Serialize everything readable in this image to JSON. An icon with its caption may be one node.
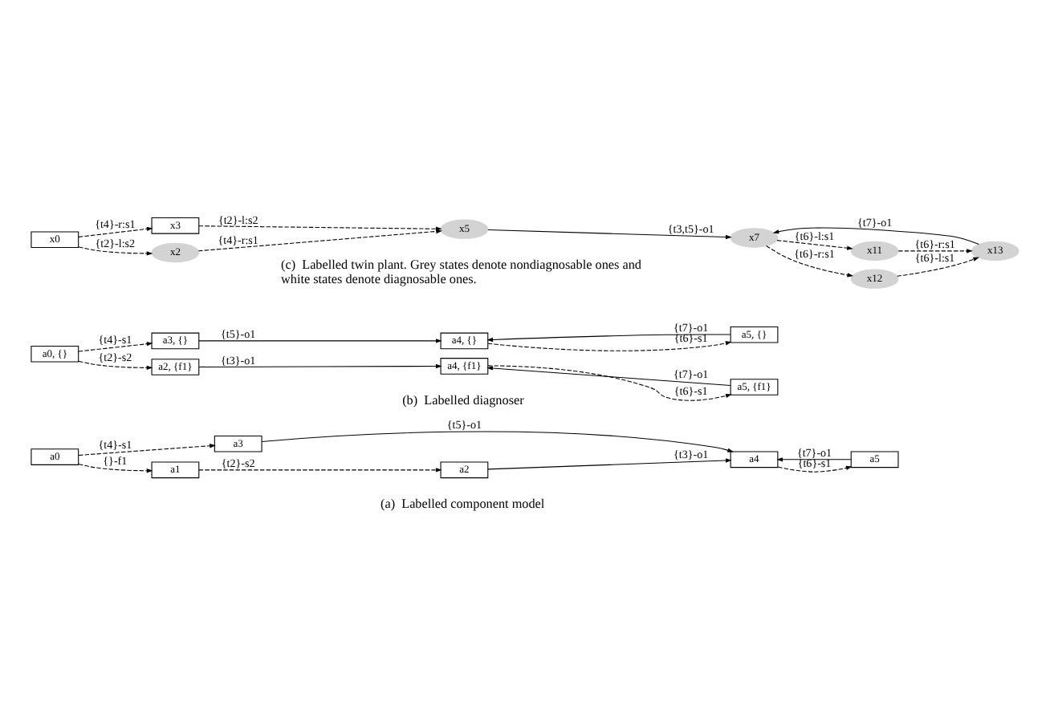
{
  "diagram": {
    "nodes": [
      {
        "text": [
          "a0"
        ]
      },
      {
        "text": [
          "a1"
        ]
      },
      {
        "text": [
          "a2"
        ]
      },
      {
        "text": [
          "a3"
        ]
      },
      {
        "text": [
          "a4"
        ]
      },
      {
        "text": [
          "a5"
        ]
      },
      {
        "text": [
          "a0, {}"
        ]
      },
      {
        "text": [
          "a2, {f1}"
        ]
      },
      {
        "text": [
          "a3, {}"
        ]
      },
      {
        "text": [
          "a4, {f1}"
        ]
      },
      {
        "text": [
          "a5, {f1}"
        ]
      },
      {
        "text": [
          "a4, {}"
        ]
      },
      {
        "text": [
          "a5, {}"
        ]
      },
      {
        "text": [
          "x0"
        ]
      },
      {
        "text": [
          "x2"
        ]
      },
      {
        "text": [
          "x3"
        ]
      },
      {
        "text": [
          "x5"
        ]
      },
      {
        "text": [
          "x7"
        ]
      },
      {
        "text": [
          "x12"
        ]
      },
      {
        "text": [
          "x11"
        ]
      },
      {
        "text": [
          "x13"
        ]
      }
    ],
    "edges": [
      {
        "from": 0,
        "to": 1,
        "arrow": "to",
        "label": "{}-f1",
        "style": "dashed"
      },
      {
        "from": 1,
        "to": 2,
        "arrow": "to",
        "label": "{t2}-s2",
        "style": "dashed"
      },
      {
        "from": 0,
        "to": 3,
        "arrow": "to",
        "label": "{t4}-s1",
        "style": "dashed"
      },
      {
        "from": 2,
        "to": 4,
        "arrow": "to",
        "label": "{t3}-o1"
      },
      {
        "from": 3,
        "to": 4,
        "arrow": "to",
        "label": "{t5}-o1"
      },
      {
        "from": 4,
        "to": 5,
        "arrow": "to",
        "label": "{t6}-s1",
        "style": "dashed"
      },
      {
        "from": 5,
        "to": 4,
        "arrow": "to",
        "label": "{t7}-o1"
      },
      {
        "from": 6,
        "to": 7,
        "arrow": "to",
        "label": "{t2}-s2",
        "style": "dashed"
      },
      {
        "from": 6,
        "to": 8,
        "arrow": "to",
        "label": "{t4}-s1",
        "style": "dashed"
      },
      {
        "from": 7,
        "to": 9,
        "arrow": "to",
        "label": "{t3}-o1"
      },
      {
        "from": 8,
        "to": 11,
        "arrow": "to",
        "label": "{t5}-o1"
      },
      {
        "from": 9,
        "to": 10,
        "arrow": "to",
        "label": "{t6}-s1",
        "style": "dashed"
      },
      {
        "from": 10,
        "to": 9,
        "arrow": "to",
        "label": "{t7}-o1"
      },
      {
        "from": 11,
        "to": 12,
        "arrow": "to",
        "label": "{t6}-s1",
        "style": "dashed"
      },
      {
        "from": 12,
        "to": 11,
        "arrow": "to",
        "label": "{t7}-o1"
      },
      {
        "from": 13,
        "to": 14,
        "arrow": "to",
        "label": "{t2}-l:s2",
        "style": "dashed"
      },
      {
        "from": 13,
        "to": 15,
        "arrow": "to",
        "label": "{t4}-r:s1",
        "style": "dashed"
      },
      {
        "from": 14,
        "to": 16,
        "arrow": "to",
        "label": "{t4}-r:s1",
        "style": "dashed"
      },
      {
        "from": 15,
        "to": 16,
        "arrow": "to",
        "label": "{t2}-l:s2",
        "style": "dashed"
      },
      {
        "from": 16,
        "to": 17,
        "arrow": "to",
        "label": "{t3,t5}-o1"
      },
      {
        "from": 17,
        "to": 18,
        "arrow": "to",
        "label": "{t6}-r:s1",
        "style": "dashed"
      },
      {
        "from": 18,
        "to": 20,
        "arrow": "to",
        "label": "{t6}-l:s1",
        "style": "dashed"
      },
      {
        "from": 17,
        "to": 19,
        "arrow": "to",
        "label": "{t6}-l:s1",
        "style": "dashed"
      },
      {
        "from": 19,
        "to": 20,
        "arrow": "to",
        "label": "{t6}-r:s1",
        "style": "dashed"
      },
      {
        "from": 20,
        "to": 17,
        "arrow": "to",
        "label": "{t7}-o1"
      }
    ],
    "labels": [
      "(a)  Labelled component model",
      "(b)  Labelled diagnoser",
      "(c)  Labelled twin plant. Grey states denote nondiagnosable ones and white states denote diagnosable ones."
    ]
  }
}
